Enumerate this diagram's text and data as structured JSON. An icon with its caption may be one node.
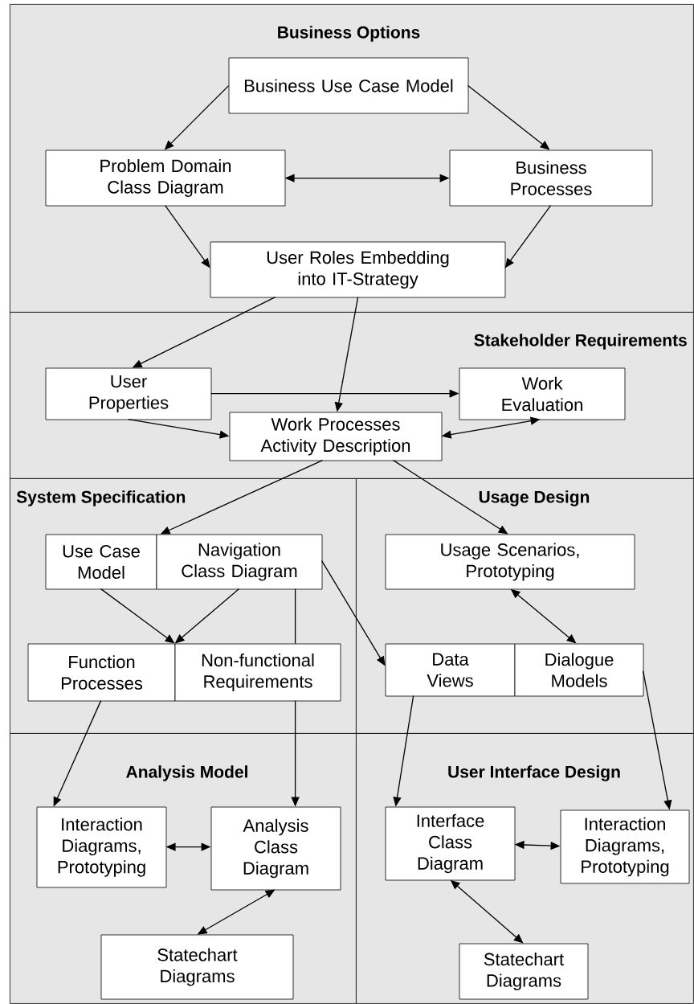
{
  "diagram": {
    "nodes": [
      {
        "text": [
          "Business Options"
        ]
      },
      {
        "text": [
          "Business Use Case Model"
        ],
        "in": 0
      },
      {
        "text": [
          "Problem Domain Class Diagram"
        ],
        "in": 0
      },
      {
        "text": [
          "Business Processes"
        ],
        "in": 0
      },
      {
        "text": [
          "User Roles Embedding into IT-Strategy"
        ],
        "in": 0
      },
      {
        "text": [
          "Stakeholder Requirements"
        ]
      },
      {
        "text": [
          "User Properties"
        ],
        "in": 5
      },
      {
        "text": [
          "Work Evaluation"
        ],
        "in": 5
      },
      {
        "text": [
          "Work Processes Activity Description"
        ],
        "in": 5
      },
      {
        "text": [
          "System Specification"
        ]
      },
      {
        "text": [
          "Use Case Model"
        ],
        "in": 9
      },
      {
        "text": [
          "Navigation Class Diagram"
        ],
        "in": 9
      },
      {
        "text": [
          "Usage Design"
        ]
      },
      {
        "text": [
          "Usage Scenarios, Prototyping"
        ],
        "in": 12
      },
      {
        "text": [
          "Function Processes"
        ],
        "in": 9
      },
      {
        "text": [
          "Non-functional Requirements"
        ],
        "in": 9
      },
      {
        "text": [
          "Data Views"
        ],
        "in": 12
      },
      {
        "text": [
          "Dialogue Models"
        ],
        "in": 12
      },
      {
        "text": [
          "Analysis Model"
        ]
      },
      {
        "text": [
          "Interaction Diagrams, Prototyping"
        ],
        "in": 18
      },
      {
        "text": [
          "Analysis Class Diagram"
        ],
        "in": 18
      },
      {
        "text": [
          "Statechart Diagrams"
        ],
        "in": 18
      },
      {
        "text": [
          "User Interface Design"
        ]
      },
      {
        "text": [
          "Interface Class Diagram"
        ],
        "in": 22
      },
      {
        "text": [
          "Interaction Diagrams, Prototyping"
        ],
        "in": 22
      },
      {
        "text": [
          "Statechart Diagrams"
        ],
        "in": 22
      }
    ],
    "edges": [
      {
        "from": 1,
        "to": 2,
        "arrow": "to"
      },
      {
        "from": 1,
        "to": 3,
        "arrow": "to"
      },
      {
        "from": 2,
        "to": 3,
        "arrow": "both"
      },
      {
        "from": 2,
        "to": 4,
        "arrow": "to"
      },
      {
        "from": 3,
        "to": 4,
        "arrow": "to"
      },
      {
        "from": 4,
        "to": 6,
        "arrow": "to"
      },
      {
        "from": 4,
        "to": 8,
        "arrow": "to"
      },
      {
        "from": 6,
        "to": 7,
        "arrow": "to"
      },
      {
        "from": 6,
        "to": 8,
        "arrow": "to"
      },
      {
        "from": 8,
        "to": 7,
        "arrow": "both"
      },
      {
        "from": 8,
        "to": 11,
        "arrow": "to"
      },
      {
        "from": 8,
        "to": 13,
        "arrow": "to"
      },
      {
        "from": 10,
        "to": 14,
        "arrow": "to"
      },
      {
        "from": 11,
        "to": 14,
        "arrow": "to"
      },
      {
        "from": 11,
        "to": 15,
        "arrow": "none"
      },
      {
        "from": 11,
        "to": 16,
        "arrow": "to"
      },
      {
        "from": 13,
        "to": 17,
        "arrow": "both"
      },
      {
        "from": 14,
        "to": 19,
        "arrow": "to"
      },
      {
        "from": 15,
        "to": 20,
        "arrow": "to"
      },
      {
        "from": 16,
        "to": 23,
        "arrow": "to"
      },
      {
        "from": 17,
        "to": 24,
        "arrow": "to"
      },
      {
        "from": 19,
        "to": 20,
        "arrow": "both"
      },
      {
        "from": 20,
        "to": 21,
        "arrow": "both"
      },
      {
        "from": 23,
        "to": 24,
        "arrow": "both"
      },
      {
        "from": 23,
        "to": 25,
        "arrow": "both"
      }
    ]
  }
}
